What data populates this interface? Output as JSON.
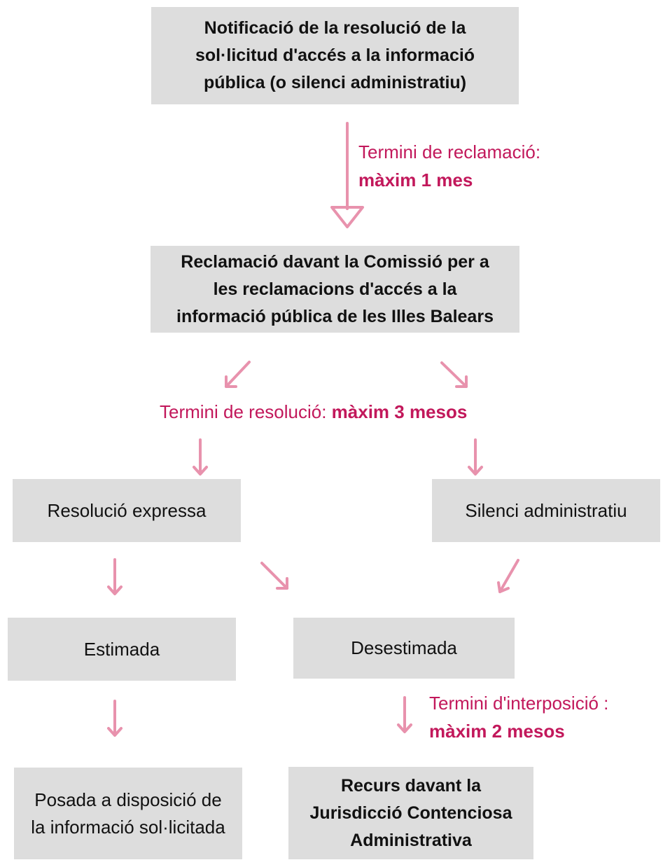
{
  "colors": {
    "box_fill": "#dddddd",
    "arrow": "#e892ad",
    "label": "#c2185b",
    "text": "#111111"
  },
  "nodes": {
    "notification": {
      "lines": [
        "Notificació de la resolució de la",
        "sol·licitud d'accés a la informació",
        "pública (o silenci administratiu)"
      ]
    },
    "claim": {
      "lines": [
        "Reclamació davant la Comissió per a",
        "les reclamacions d'accés  a la",
        "informació pública de les Illes Balears"
      ]
    },
    "express_resolution": {
      "label": "Resolució expressa"
    },
    "admin_silence": {
      "label": "Silenci administratiu"
    },
    "upheld": {
      "label": "Estimada"
    },
    "dismissed": {
      "label": "Desestimada"
    },
    "info_provided": {
      "lines": [
        "Posada a disposició de",
        "la informació sol·licitada"
      ]
    },
    "appeal": {
      "lines": [
        "Recurs davant la",
        "Jurisdicció Contenciosa",
        "Administrativa"
      ]
    }
  },
  "labels": {
    "claim_term": {
      "text": "Termini de reclamació:",
      "value": "màxim 1 mes"
    },
    "resolution_term": {
      "text": "Termini de resolució: ",
      "value": "màxim 3 mesos"
    },
    "filing_term": {
      "text": "Termini  d'interposició :",
      "value": "màxim 2 mesos"
    }
  }
}
